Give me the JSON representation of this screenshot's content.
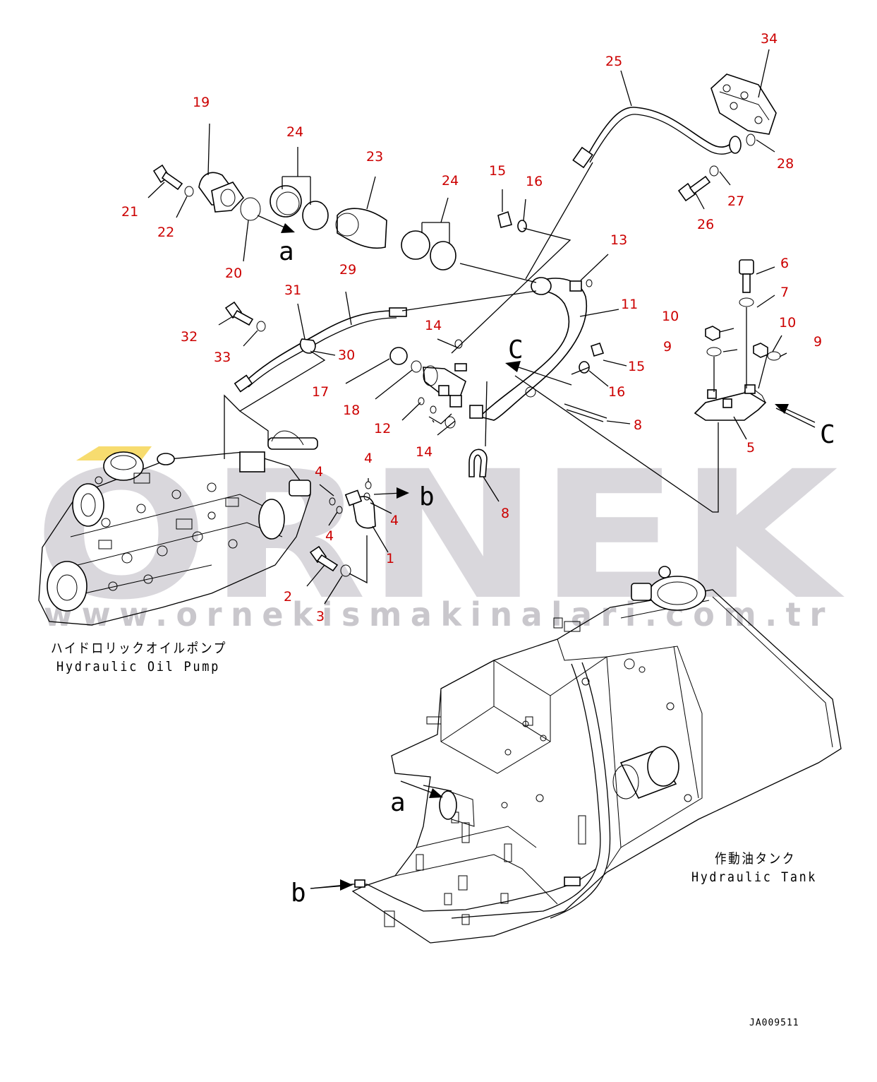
{
  "callouts": [
    {
      "id": "c34",
      "text": "34"
    },
    {
      "id": "c25",
      "text": "25"
    },
    {
      "id": "c19",
      "text": "19"
    },
    {
      "id": "c24a",
      "text": "24"
    },
    {
      "id": "c23",
      "text": "23"
    },
    {
      "id": "c24b",
      "text": "24"
    },
    {
      "id": "c15a",
      "text": "15"
    },
    {
      "id": "c16a",
      "text": "16"
    },
    {
      "id": "c28",
      "text": "28"
    },
    {
      "id": "c27",
      "text": "27"
    },
    {
      "id": "c26",
      "text": "26"
    },
    {
      "id": "c21",
      "text": "21"
    },
    {
      "id": "c22",
      "text": "22"
    },
    {
      "id": "c20",
      "text": "20"
    },
    {
      "id": "c13",
      "text": "13"
    },
    {
      "id": "c6",
      "text": "6"
    },
    {
      "id": "c7",
      "text": "7"
    },
    {
      "id": "c29",
      "text": "29"
    },
    {
      "id": "c31",
      "text": "31"
    },
    {
      "id": "c11",
      "text": "11"
    },
    {
      "id": "c10a",
      "text": "10"
    },
    {
      "id": "c10b",
      "text": "10"
    },
    {
      "id": "c9a",
      "text": "9"
    },
    {
      "id": "c9b",
      "text": "9"
    },
    {
      "id": "c32",
      "text": "32"
    },
    {
      "id": "c33",
      "text": "33"
    },
    {
      "id": "c30",
      "text": "30"
    },
    {
      "id": "c14a",
      "text": "14"
    },
    {
      "id": "c15b",
      "text": "15"
    },
    {
      "id": "c17",
      "text": "17"
    },
    {
      "id": "c16b",
      "text": "16"
    },
    {
      "id": "c18",
      "text": "18"
    },
    {
      "id": "c12",
      "text": "12"
    },
    {
      "id": "c8a",
      "text": "8"
    },
    {
      "id": "c5",
      "text": "5"
    },
    {
      "id": "c14b",
      "text": "14"
    },
    {
      "id": "c4a",
      "text": "4"
    },
    {
      "id": "c4b",
      "text": "4"
    },
    {
      "id": "c4c",
      "text": "4"
    },
    {
      "id": "c4d",
      "text": "4"
    },
    {
      "id": "c8b",
      "text": "8"
    },
    {
      "id": "c1",
      "text": "1"
    },
    {
      "id": "c2",
      "text": "2"
    },
    {
      "id": "c3",
      "text": "3"
    }
  ],
  "view_letters": {
    "a_top": "a",
    "b_top": "b",
    "c_left": "C",
    "c_right": "C",
    "a_bottom": "a",
    "b_bottom": "b"
  },
  "captions": {
    "pump_jp": "ハイドロリックオイルポンプ",
    "pump_en": "Hydraulic Oil Pump",
    "tank_jp": "作動油タンク",
    "tank_en": "Hydraulic Tank"
  },
  "doc_id": "JA009511",
  "watermark": {
    "brand": "ORNEK",
    "url": "www.ornekismakinalari.com.tr"
  },
  "colors": {
    "callout": "#cc0000",
    "line": "#000000",
    "watermark_gray": "#d9d7dc",
    "watermark_url": "#c9c7cc",
    "watermark_accent": "#f7dc6f"
  }
}
